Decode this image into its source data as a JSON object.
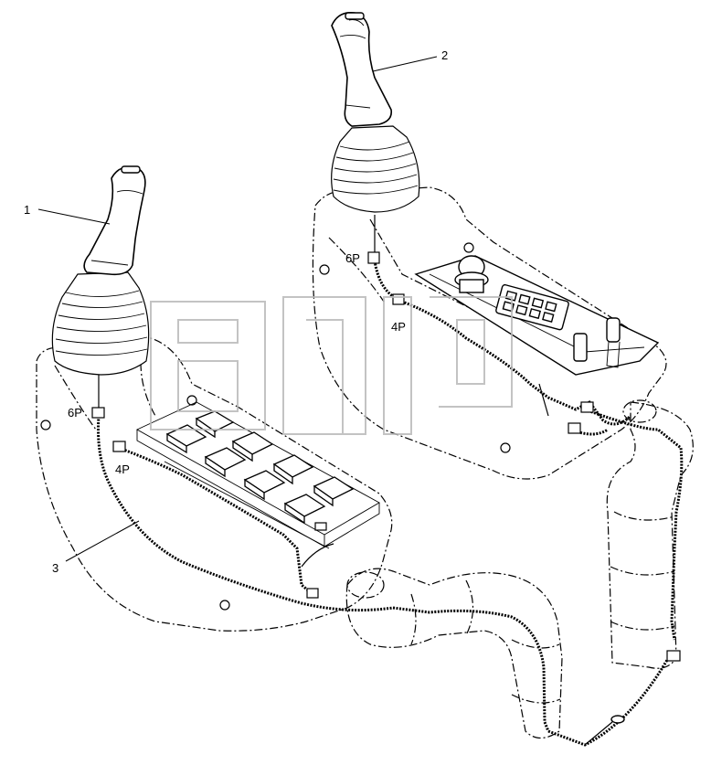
{
  "callouts": {
    "item1": "1",
    "item2": "2",
    "item3": "3"
  },
  "connectors": {
    "left_6p": "6P",
    "left_4p": "4P",
    "right_6p": "6P",
    "right_4p": "4P"
  },
  "icons": {
    "joystick": "joystick-icon",
    "switch_panel": "switch-panel-icon"
  }
}
